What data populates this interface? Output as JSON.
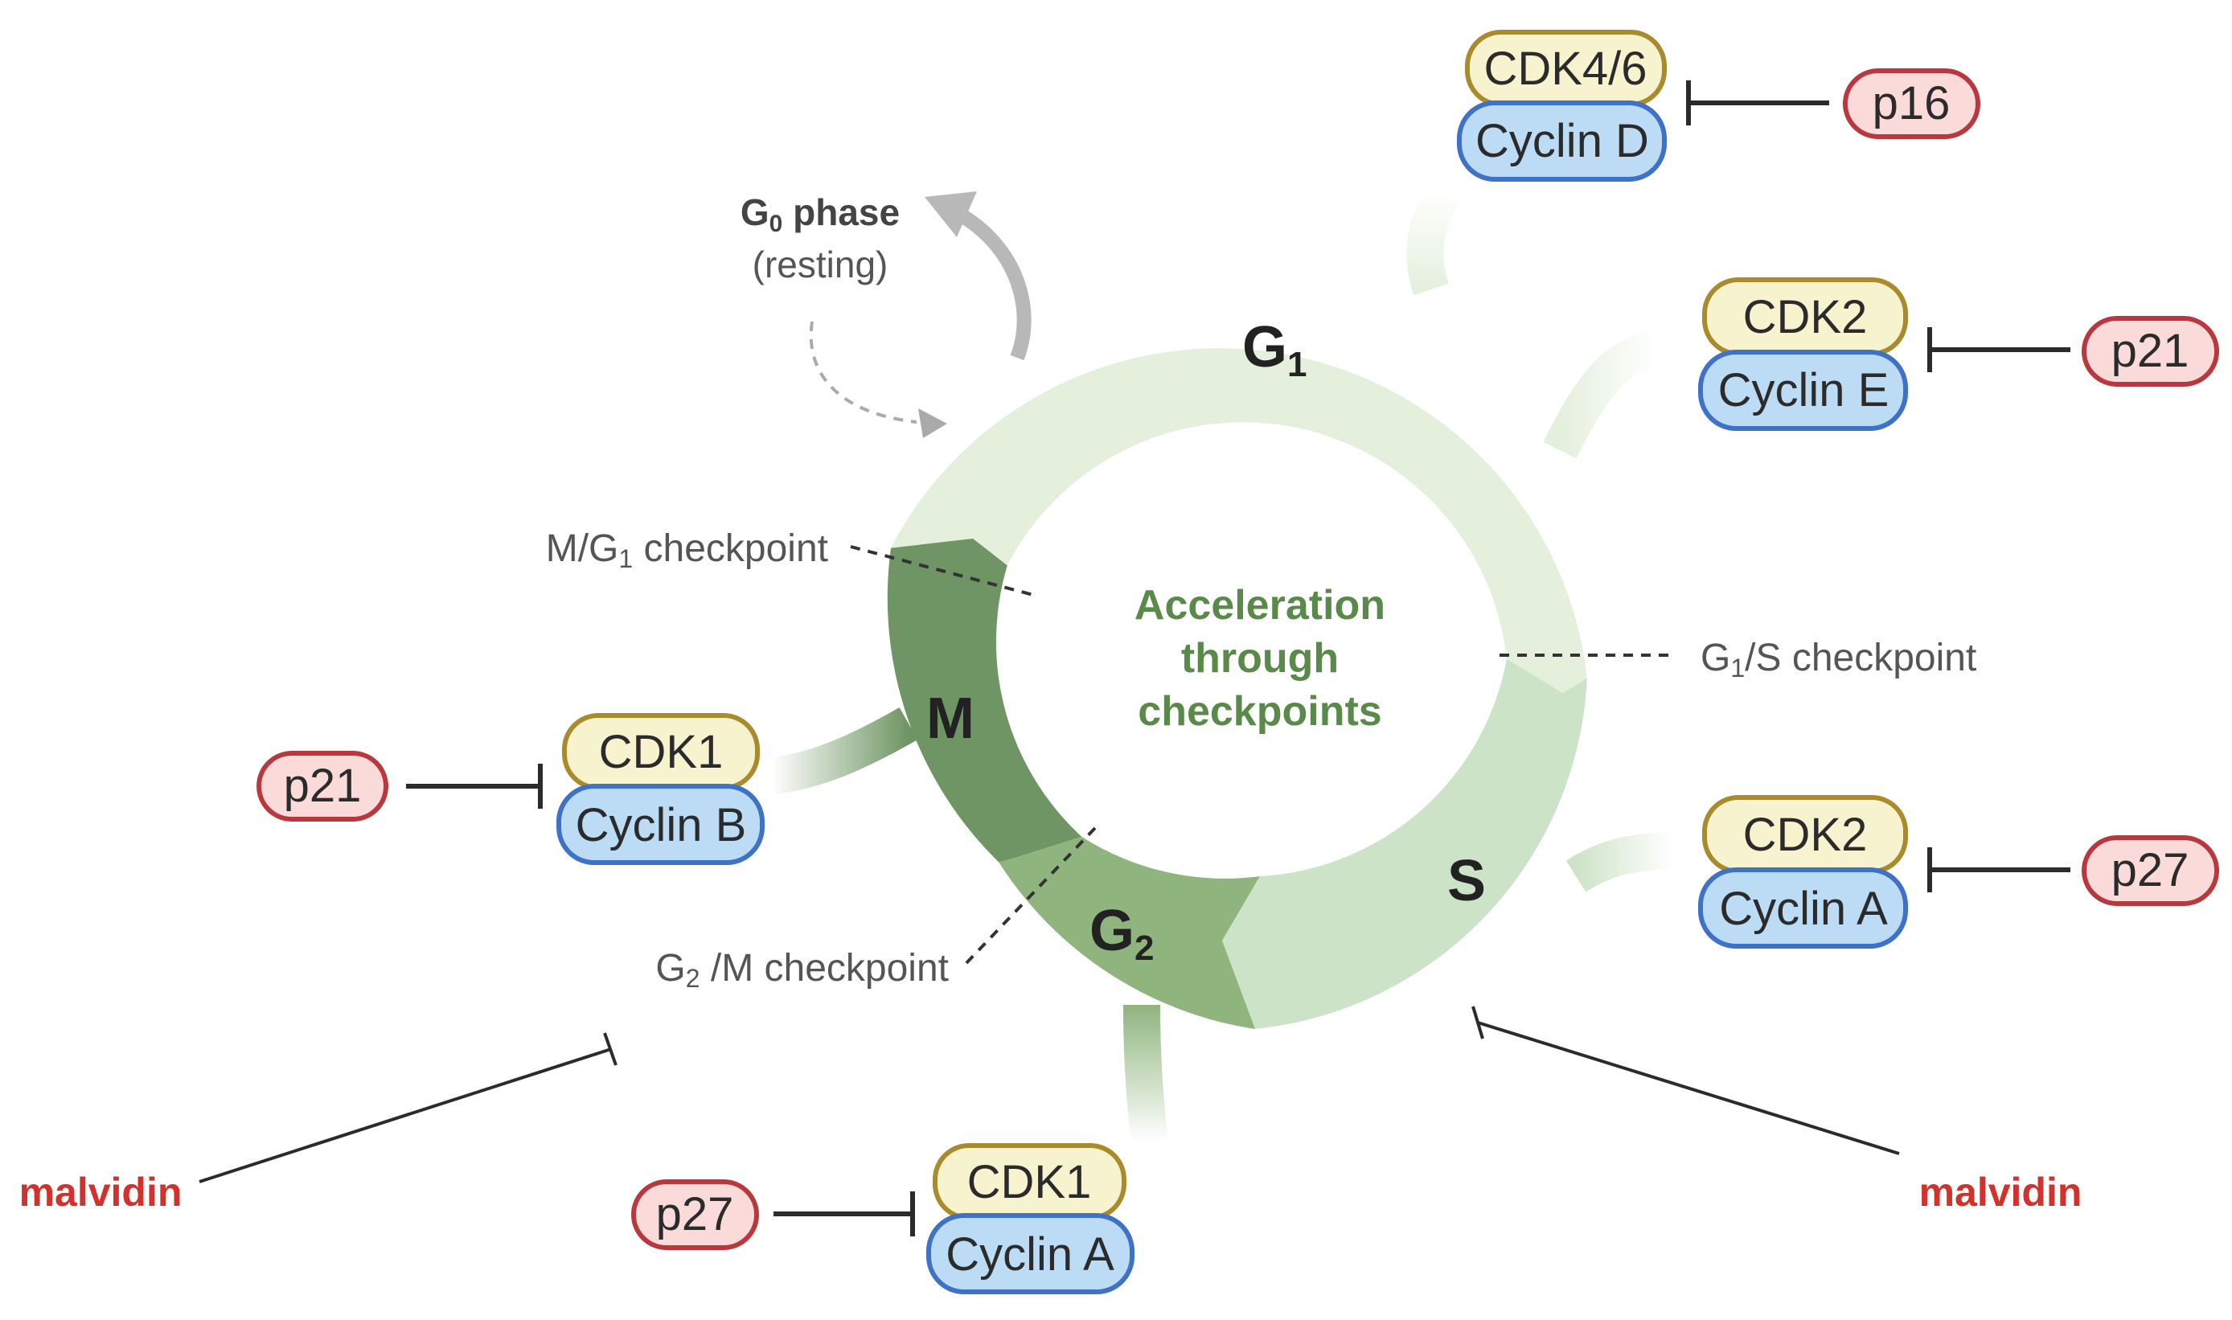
{
  "phases": {
    "g1": {
      "main": "G",
      "sub": "1"
    },
    "s": "S",
    "g2": {
      "main": "G",
      "sub": "2"
    },
    "m": "M"
  },
  "center": [
    "Acceleration",
    "through",
    "checkpoints"
  ],
  "g0": {
    "title_main": "G",
    "title_sub": "0",
    "title_rest": " phase",
    "note": "(resting)"
  },
  "checkpoints": {
    "mg1": {
      "pre": "M/G",
      "sub": "1",
      "post": " checkpoint"
    },
    "g1s": {
      "pre": "G",
      "sub": "1",
      "post": "/S checkpoint"
    },
    "g2m": {
      "pre": "G",
      "sub": "2",
      "post": " /M checkpoint"
    }
  },
  "complexes": {
    "cdk46_cycd": {
      "cdk": "CDK4/6",
      "cyclin": "Cyclin D",
      "inhibitor": "p16"
    },
    "cdk2_cyce": {
      "cdk": "CDK2",
      "cyclin": "Cyclin E",
      "inhibitor": "p21"
    },
    "cdk2_cyca": {
      "cdk": "CDK2",
      "cyclin": "Cyclin A",
      "inhibitor": "p27"
    },
    "cdk1_cyca": {
      "cdk": "CDK1",
      "cyclin": "Cyclin A",
      "inhibitor": "p27"
    },
    "cdk1_cycb": {
      "cdk": "CDK1",
      "cyclin": "Cyclin B",
      "inhibitor": "p21"
    }
  },
  "drugs": {
    "left": "malvidin",
    "right": "malvidin"
  },
  "colors": {
    "g1": "#e4efdc",
    "s": "#cde3c8",
    "g2": "#8fb47d",
    "m": "#6e9563",
    "cdk_fill": "#f7f3cf",
    "cyclin_fill": "#bcdcf6",
    "inhibitor_fill": "#fbdada",
    "drug_text": "#d2322d",
    "center_text": "#5a8a4a"
  }
}
